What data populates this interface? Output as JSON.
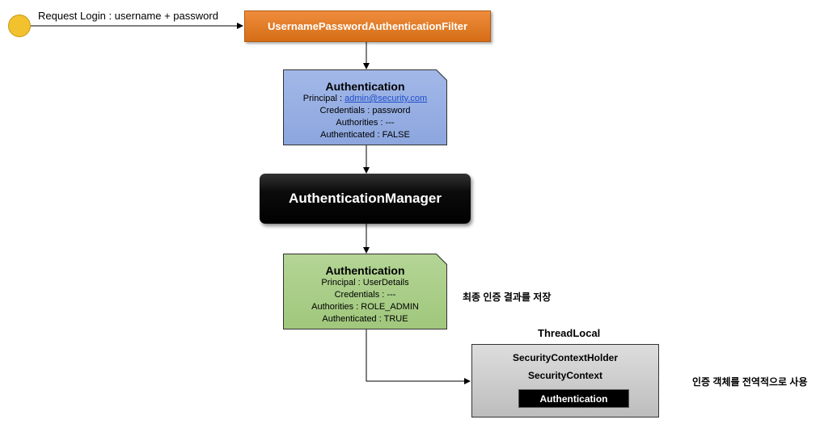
{
  "start": {
    "request_label": "Request Login : username + password"
  },
  "filter": {
    "label": "UsernamePasswordAuthenticationFilter"
  },
  "auth_before": {
    "title": "Authentication",
    "principal_prefix": "Principal : ",
    "principal_value": "admin@security.com",
    "credentials": "Credentials : password",
    "authorities": "Authorities : ---",
    "authenticated": "Authenticated : FALSE"
  },
  "manager": {
    "label": "AuthenticationManager"
  },
  "auth_after": {
    "title": "Authentication",
    "principal": "Principal : UserDetails",
    "credentials": "Credentials : ---",
    "authorities": "Authorities : ROLE_ADMIN",
    "authenticated": "Authenticated : TRUE"
  },
  "notes": {
    "store_result": "최종 인증 결과를 저장",
    "global_use": "인증 객체를 전역적으로 사용"
  },
  "context": {
    "threadlocal": "ThreadLocal",
    "holder": "SecurityContextHolder",
    "security_context": "SecurityContext",
    "authentication": "Authentication"
  },
  "colors": {
    "filter": "#e07a22",
    "auth_before": "#98b0e3",
    "auth_after": "#aacd88",
    "manager": "#000000",
    "context": "#cccccc",
    "start": "#f2c12e"
  }
}
